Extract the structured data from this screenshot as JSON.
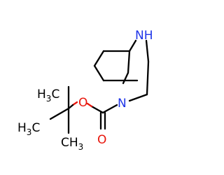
{
  "colors": {
    "bond": "#000000",
    "oxygen": "#e8150b",
    "nitrogen": "#1f35e8",
    "background": "#ffffff"
  },
  "atoms": {
    "nh": "NH",
    "n": "N",
    "o_ester": "O",
    "o_carbonyl": "O",
    "methyl_top_main": "H",
    "methyl_top_sub": "3",
    "methyl_top_c": "C",
    "methyl_left_main": "H",
    "methyl_left_sub": "3",
    "methyl_left_c": "C",
    "methyl_bottom_c": "C",
    "methyl_bottom_h": "H",
    "methyl_bottom_sub": "3"
  }
}
